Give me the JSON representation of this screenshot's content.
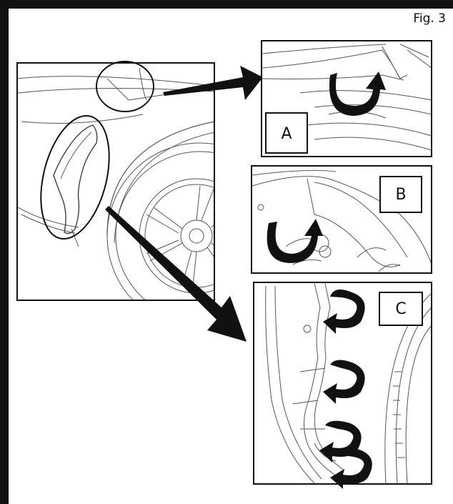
{
  "figure": {
    "label": "Fig. 3",
    "panels": [
      {
        "id": "A",
        "label": "A"
      },
      {
        "id": "B",
        "label": "B"
      },
      {
        "id": "C",
        "label": "C"
      }
    ]
  }
}
